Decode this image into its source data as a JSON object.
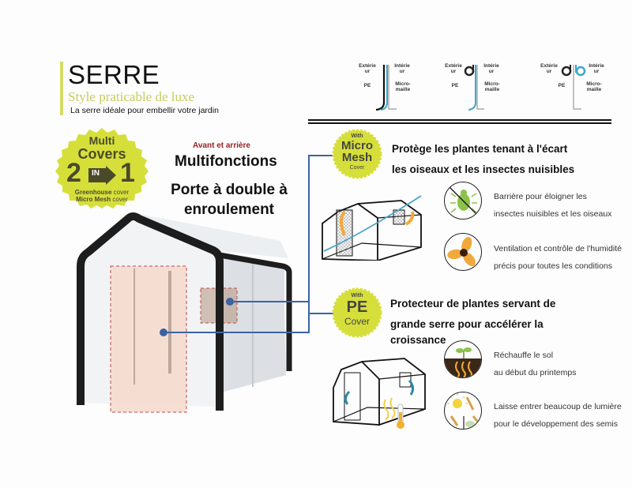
{
  "header": {
    "title": "SERRE",
    "subtitle": "Style praticable de luxe",
    "tagline": "La serre idéale pour embellir votre jardin"
  },
  "cover_diagrams": [
    {
      "outside": "Extérie ur",
      "inside": "Intérie ur",
      "pe": "PE",
      "mesh": "Micro- maille"
    },
    {
      "outside": "Extérie ur",
      "inside": "Intérie ur",
      "pe": "PE",
      "mesh": "Micro- maille"
    },
    {
      "outside": "Extérie ur",
      "inside": "Intérie ur",
      "pe": "PE",
      "mesh": "Micro- maille"
    }
  ],
  "main_badge": {
    "line1": "Multi",
    "line2": "Covers",
    "num_left": "2",
    "in": "IN",
    "num_right": "1",
    "caption1_bold": "Greenhouse",
    "caption1": " cover",
    "caption2_bold": "Micro Mesh",
    "caption2": " cover",
    "color": "#d6df3a"
  },
  "door": {
    "kicker": "Avant et arrière",
    "heading": "Multifonctions",
    "title_line1": "Porte à double à",
    "title_line2": "enroulement"
  },
  "micro_mesh": {
    "badge": {
      "with": "With",
      "line1": "Micro",
      "line2": "Mesh",
      "cover": "Cover"
    },
    "headline1": "Protège les plantes tenant à l'écart",
    "headline2": "les oiseaux et les insectes nuisibles",
    "features": [
      {
        "icon": "no-insect-icon",
        "line1": "Barrière pour éloigner les",
        "line2": "insectes nuisibles et les oiseaux"
      },
      {
        "icon": "fan-icon",
        "line1": "Ventilation et contrôle de l'humidité",
        "line2": "précis pour toutes les conditions"
      }
    ]
  },
  "pe_cover": {
    "badge": {
      "with": "With",
      "line1": "PE",
      "cover": "Cover"
    },
    "headline1": "Protecteur de plantes servant de",
    "headline2": "grande serre pour accélérer la",
    "headline3": "croissance",
    "features": [
      {
        "icon": "warm-soil-icon",
        "line1": "Réchauffe le sol",
        "line2": "au début du printemps"
      },
      {
        "icon": "sunlight-icon",
        "line1": "Laisse entrer beaucoup de lumière",
        "line2": "pour le développement des semis"
      }
    ]
  },
  "colors": {
    "badge": "#d6df3a",
    "subtitle": "#c6cd59",
    "connector": "#3b63a5",
    "kicker": "#9a1f1f",
    "mesh_blue": "#38a7cf"
  }
}
